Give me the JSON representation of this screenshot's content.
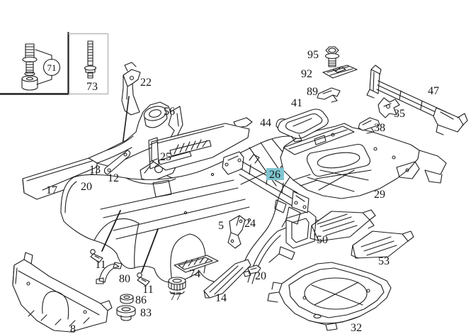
{
  "diagram": {
    "type": "exploded-parts-diagram",
    "selected_part": "26",
    "highlight_color": "#7fc6d1",
    "line_color": "#1e1e1e",
    "background": "#ffffff",
    "labels": {
      "p71": "71",
      "p73": "73",
      "p22": "22",
      "p56": "56",
      "p25": "25",
      "p13": "13",
      "p12": "12",
      "p20a": "20",
      "p17": "17",
      "p11a": "11",
      "p80": "80",
      "p11b": "11",
      "p86": "86",
      "p83": "83",
      "p77": "77",
      "p74": "74",
      "p14": "14",
      "p8": "8",
      "p5": "5",
      "p24": "24",
      "p20b": "20",
      "p44": "44",
      "p26": "26",
      "p29": "29",
      "p41": "41",
      "p89": "89",
      "p92": "92",
      "p95": "95",
      "p35": "35",
      "p38": "38",
      "p47": "47",
      "p50": "50",
      "p53": "53",
      "p32": "32"
    }
  }
}
